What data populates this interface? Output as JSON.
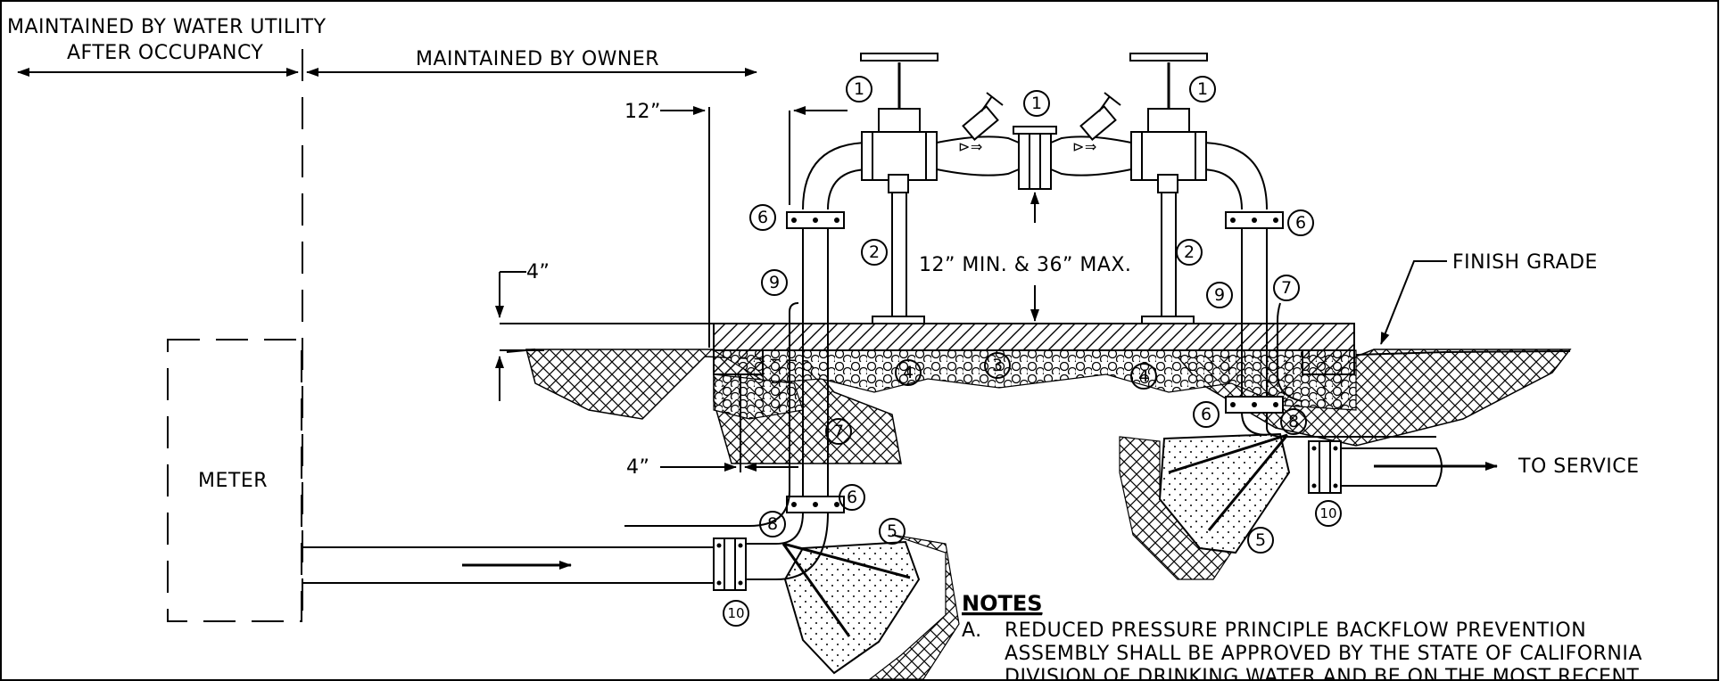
{
  "labels": {
    "maintained_by_utility": "MAINTAINED BY WATER UTILITY",
    "after_occupancy": "AFTER OCCUPANCY",
    "maintained_by_owner": "MAINTAINED BY OWNER",
    "twelve_inch": "12”",
    "four_inch_top": "4”",
    "four_inch_bottom": "4”",
    "height_range": "12” MIN. & 36” MAX.",
    "finish_grade": "FINISH GRADE",
    "meter": "METER",
    "to_service": "TO SERVICE"
  },
  "callouts": {
    "n1": "1",
    "n2": "2",
    "n3": "3",
    "n4": "4",
    "n5": "5",
    "n6": "6",
    "n7": "7",
    "n8": "8",
    "n9": "9",
    "n10": "10"
  },
  "notes": {
    "heading": "NOTES",
    "a_letter": "A.",
    "a_line1": "REDUCED PRESSURE PRINCIPLE BACKFLOW PREVENTION",
    "a_line2": "ASSEMBLY SHALL BE APPROVED BY THE STATE OF CALIFORNIA",
    "a_line3": "DIVISION OF DRINKING WATER AND BE ON THE MOST RECENT"
  }
}
